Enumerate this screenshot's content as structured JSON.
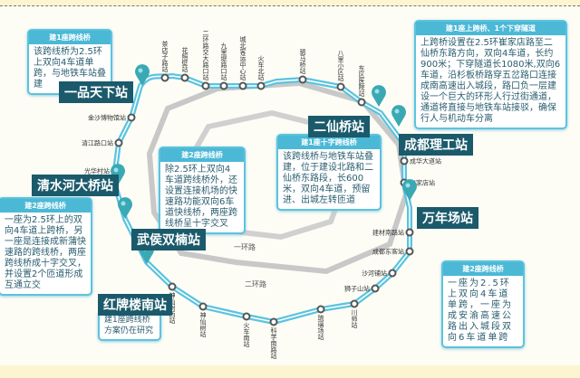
{
  "major_stations": [
    "一品天下站",
    "二仙桥站",
    "成都理工站",
    "清水河大桥站",
    "武侯双楠站",
    "万年场站",
    "红牌楼南站"
  ],
  "stations_top": [
    "茶店子路站",
    "花照壁站",
    "二环路交大路口站",
    "九里堤路口站",
    "城北客运中心站",
    "火车北站",
    "驷马桥站",
    "八里小区站",
    "东区医院站"
  ],
  "stations_side": [
    "金沙博物馆站",
    "清江路口站",
    "光华村站",
    "成华大道站",
    "崔家店站",
    "建材南路站",
    "成都东客站",
    "沙河铺站",
    "狮子山站"
  ],
  "stations_bottom": [
    "神仙树西站",
    "神仙树站",
    "火车南站",
    "科学南路站",
    "琉璃场站",
    "川师站"
  ],
  "roads": [
    "一环路",
    "二环路"
  ],
  "boxes": {
    "yipin": {
      "title": "建1座跨线桥",
      "body": "该跨线桥为2.5环上双向4车道单跨，与地铁车站叠建"
    },
    "erxian_ne": {
      "title": "建1座上跨桥、1个下穿隧道",
      "body": "上跨桥设置在2.5环崔家店路至二仙桥东路方向，双向4车道，长约900米；下穿隧道长1080米,双向6车道，沿杉板桥路穿五岔路口连接成南高速出入城段，路口负一层建设一个巨大的环形人行过街通道，通道将直接与地铁车站接驳，确保行人与机动车分离"
    },
    "center": {
      "title": "建2座跨线桥",
      "body": "除2.5环上双向4车道跨线桥外，还设置连接机场的快速路功能双向6车道快线桥，两座跨线桥呈十字交叉"
    },
    "cross": {
      "title": "建1座十字跨线桥",
      "body": "该跨线桥与地铁车站叠建，位于建设北路和二仙桥东路段，长600米，双向4车道，预留进、出城左转匝道"
    },
    "qingshui": {
      "title": "建2座跨线桥",
      "body": "一座为2.5环上的双向4车道上跨桥，另一座是连接成新蒲快速路的跨线桥，两座跨线桥成十字交叉，并设置2个匝道形成互通立交"
    },
    "wannian": {
      "title": "建2座跨线桥",
      "body": "一座为2.5环上双向4车道单跨，一座为成安渝高速公路出入城段双向6车道单跨"
    },
    "hongpai": {
      "body": "建1座跨线桥方案仍在研究"
    }
  },
  "colors": {
    "line": "#5bc3df",
    "label": "#1b5a6b",
    "ring": "#c8c8c8"
  }
}
